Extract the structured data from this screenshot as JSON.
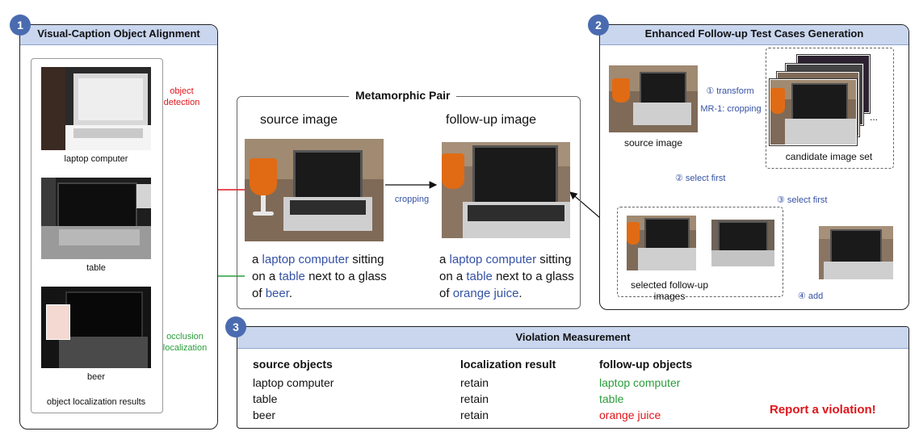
{
  "panel1": {
    "badge": "1",
    "title": "Visual-Caption Object Alignment",
    "items": [
      {
        "label": "laptop computer"
      },
      {
        "label": "table"
      },
      {
        "label": "beer"
      }
    ],
    "footer": "object localization results",
    "arrow_labels": {
      "detection": "object\ndetection",
      "occlusion": "occlusion\nlocalization"
    }
  },
  "pair": {
    "title": "Metamorphic Pair",
    "source_title": "source image",
    "followup_title": "follow-up image",
    "transform_label": "cropping",
    "source_caption": {
      "p1": "a ",
      "obj1": "laptop computer",
      "p2": " sitting on a ",
      "obj2": "table",
      "p3": " next to a glass of ",
      "obj3": "beer",
      "p4": "."
    },
    "followup_caption": {
      "p1": "a ",
      "obj1": "laptop computer",
      "p2": " sitting on a ",
      "obj2": "table",
      "p3": " next to a glass of ",
      "obj3": "orange juice",
      "p4": "."
    }
  },
  "panel2": {
    "badge": "2",
    "title": "Enhanced Follow-up Test Cases Generation",
    "source_label": "source image",
    "step1": "① transform",
    "step1_sub": "MR-1: cropping",
    "candidate_label": "candidate image set",
    "ellipsis": "...",
    "step2": "② select first",
    "step3": "③ select first",
    "step4": "④ add",
    "selected_label": "selected follow-up images"
  },
  "panel3": {
    "badge": "3",
    "title": "Violation Measurement",
    "headers": [
      "source objects",
      "localization result",
      "follow-up objects"
    ],
    "rows": [
      {
        "source": "laptop computer",
        "result": "retain",
        "followup": "laptop computer"
      },
      {
        "source": "table",
        "result": "retain",
        "followup": "table"
      },
      {
        "source": "beer",
        "result": "retain",
        "followup": "orange juice"
      }
    ],
    "violation": "Report a violation!"
  },
  "colors": {
    "header_bg": "#c9d6ee",
    "badge": "#4a6bb0",
    "object_blue": "#3552a4",
    "retain_green": "#2a9d3a",
    "violation_red": "#e0151b",
    "arrow_slate": "#6f87bd"
  }
}
